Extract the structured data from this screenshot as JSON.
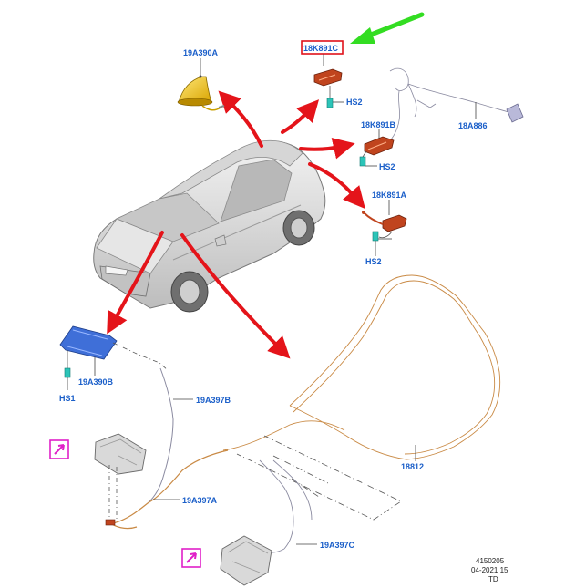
{
  "labels": {
    "antenna": "19A390A",
    "module_c": "18K891C",
    "module_b": "18K891B",
    "module_a": "18K891A",
    "harness_18a886": "18A886",
    "hs2_top": "HS2",
    "hs2_mid": "HS2",
    "hs2_bottom": "HS2",
    "module_19a390b": "19A390B",
    "hs1": "HS1",
    "cable_b": "19A397B",
    "cable_a": "19A397A",
    "cable_c": "19A397C",
    "harness_18812": "18812"
  },
  "footer": {
    "line1": "4150205",
    "line2": "04-2021 15",
    "line3": "TD"
  },
  "colors": {
    "label_blue": "#1b5fc9",
    "highlight_red": "#e0121b",
    "pointer_green": "#33dd22",
    "arrow_red": "#e4141a",
    "marker_magenta": "#e020c8",
    "harness_orange": "#c98a45"
  },
  "icons": {
    "marker_1": "magenta-pointer-icon",
    "marker_2": "magenta-pointer-icon"
  }
}
